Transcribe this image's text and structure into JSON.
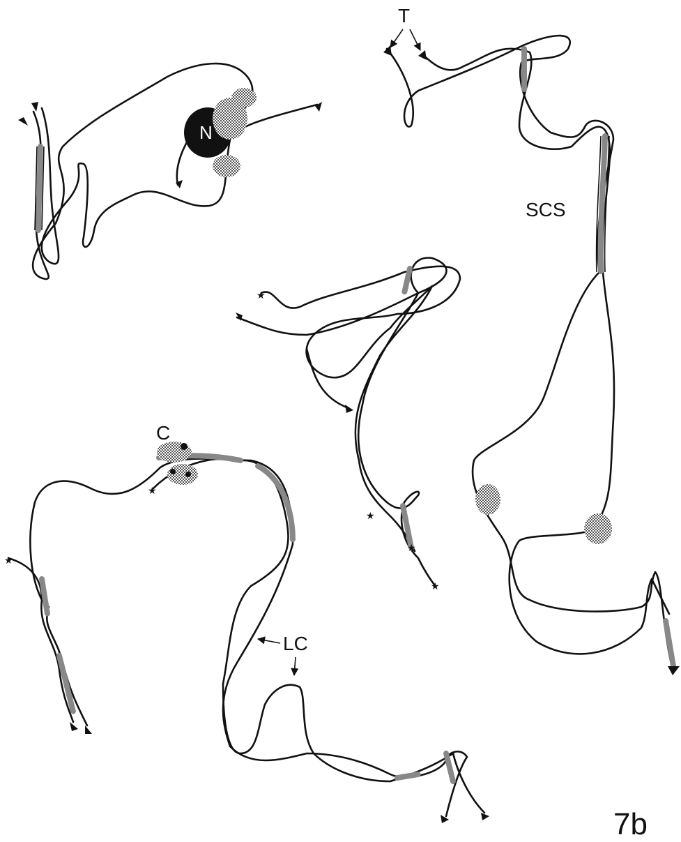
{
  "figure": {
    "panel_label": "7b",
    "labels": {
      "nucleolus": "N",
      "telomeres": "T",
      "synaptonemal_complex": "SCS",
      "centromere": "C",
      "lateral_component": "LC"
    },
    "colors": {
      "ink": "#111111",
      "stipple": "#8a8a8a",
      "background": "#ffffff"
    }
  }
}
